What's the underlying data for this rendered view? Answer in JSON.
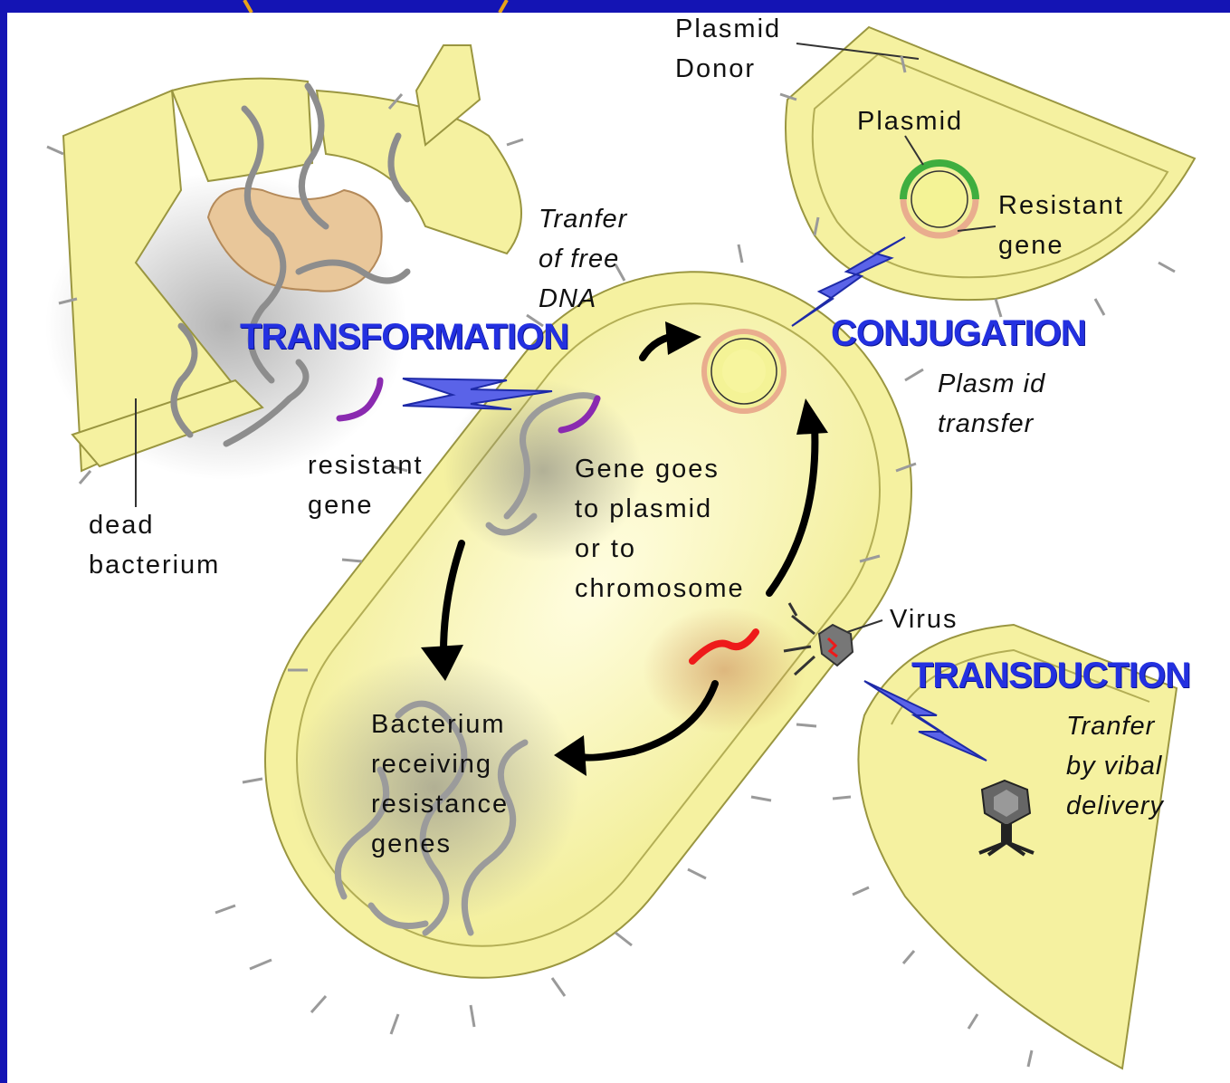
{
  "colors": {
    "background_blue": "#1414b4",
    "accent_orange": "#e8a21a",
    "cell_fill": "#f6f3a2",
    "cell_stroke": "#9a9640",
    "title_blue": "#2330e0",
    "arrow_blue": "#5a63e8",
    "plasmid_green": "#3fae3f",
    "gene_purple": "#8a2ab0",
    "gene_red": "#ee1a1a"
  },
  "labels": {
    "plasmid_donor": "Plasmid\nDonor",
    "plasmid": "Plasmid",
    "resistant_gene_plasmid": "Resistant\ngene",
    "transfer_free_dna": "Tranfer\nof free\nDNA",
    "transformation": "TRANSFORMATION",
    "conjugation": "CONJUGATION",
    "plasmid_transfer": "Plasm id\ntransfer",
    "resistant_gene": "resistant\ngene",
    "gene_goes": "Gene goes\nto plasmid\nor to\nchromosome",
    "dead_bacterium": "dead\nbacterium",
    "virus": "Virus",
    "transduction": "TRANSDUCTION",
    "transfer_viral": "Tranfer\nby vibal\ndelivery",
    "bacterium_receiving": "Bacterium\nreceiving\nresistance\ngenes"
  },
  "icons": {
    "virus": "bacteriophage-icon",
    "arrow": "lightning-arrow-icon"
  }
}
